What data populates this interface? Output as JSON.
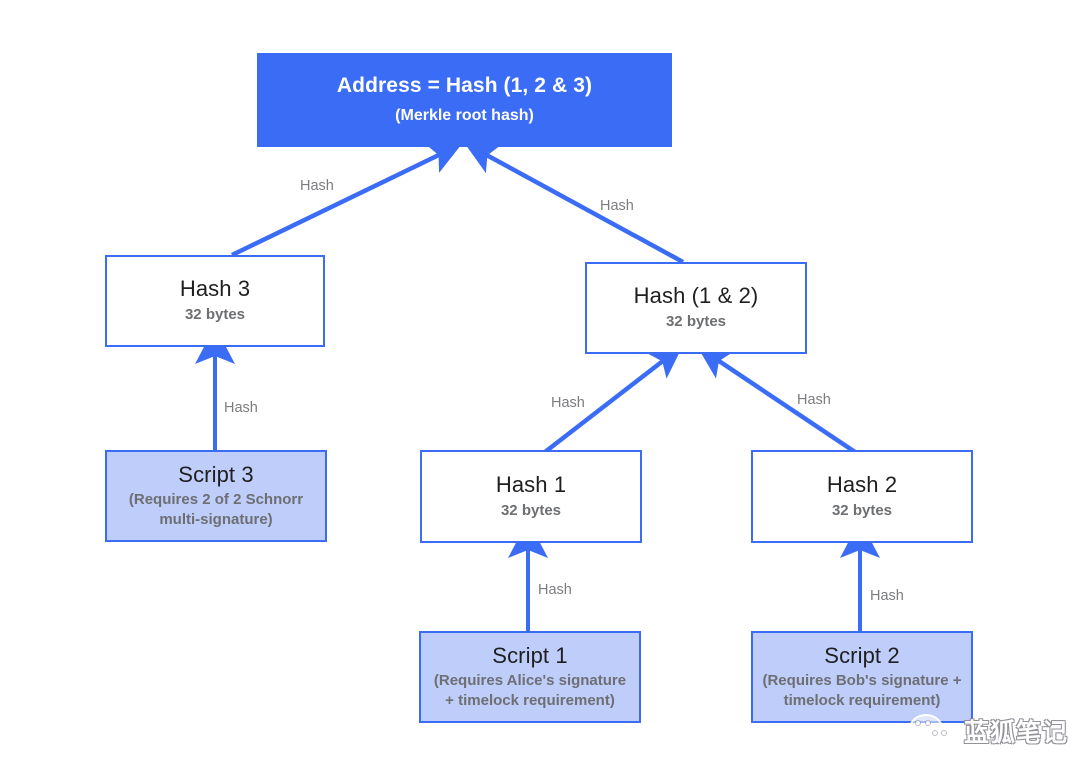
{
  "diagram": {
    "title": "Merkle tree script address structure",
    "colors": {
      "accent_blue": "#3b6cf5",
      "script_fill": "#bfcdfa",
      "node_fill": "#ffffff",
      "sub_text": "#6d6f72",
      "title_text": "#1f1f1f",
      "root_text": "#ffffff",
      "background": "#ffffff"
    },
    "nodes": {
      "root": {
        "title": "Address = Hash (1, 2 & 3)",
        "sub": "(Merkle root hash)"
      },
      "hash3": {
        "title": "Hash 3",
        "sub": "32 bytes"
      },
      "hash12": {
        "title": "Hash (1 & 2)",
        "sub": "32 bytes"
      },
      "hash1": {
        "title": "Hash 1",
        "sub": "32 bytes"
      },
      "hash2": {
        "title": "Hash 2",
        "sub": "32 bytes"
      },
      "script3": {
        "title": "Script 3",
        "sub": "(Requires 2 of 2 Schnorr multi-signature)"
      },
      "script1": {
        "title": "Script 1",
        "sub": "(Requires Alice's signature + timelock requirement)"
      },
      "script2": {
        "title": "Script 2",
        "sub": "(Requires Bob's signature + timelock requirement)"
      }
    },
    "edges": [
      {
        "id": "hash3-to-root",
        "label": "Hash",
        "from": "hash3",
        "to": "root"
      },
      {
        "id": "hash12-to-root",
        "label": "Hash",
        "from": "hash12",
        "to": "root"
      },
      {
        "id": "script3-to-hash3",
        "label": "Hash",
        "from": "script3",
        "to": "hash3"
      },
      {
        "id": "hash1-to-hash12",
        "label": "Hash",
        "from": "hash1",
        "to": "hash12"
      },
      {
        "id": "hash2-to-hash12",
        "label": "Hash",
        "from": "hash2",
        "to": "hash12"
      },
      {
        "id": "script1-to-hash1",
        "label": "Hash",
        "from": "script1",
        "to": "hash1"
      },
      {
        "id": "script2-to-hash2",
        "label": "Hash",
        "from": "script2",
        "to": "hash2"
      }
    ]
  },
  "watermark": {
    "text": "蓝狐笔记",
    "icon": "wechat-icon"
  }
}
